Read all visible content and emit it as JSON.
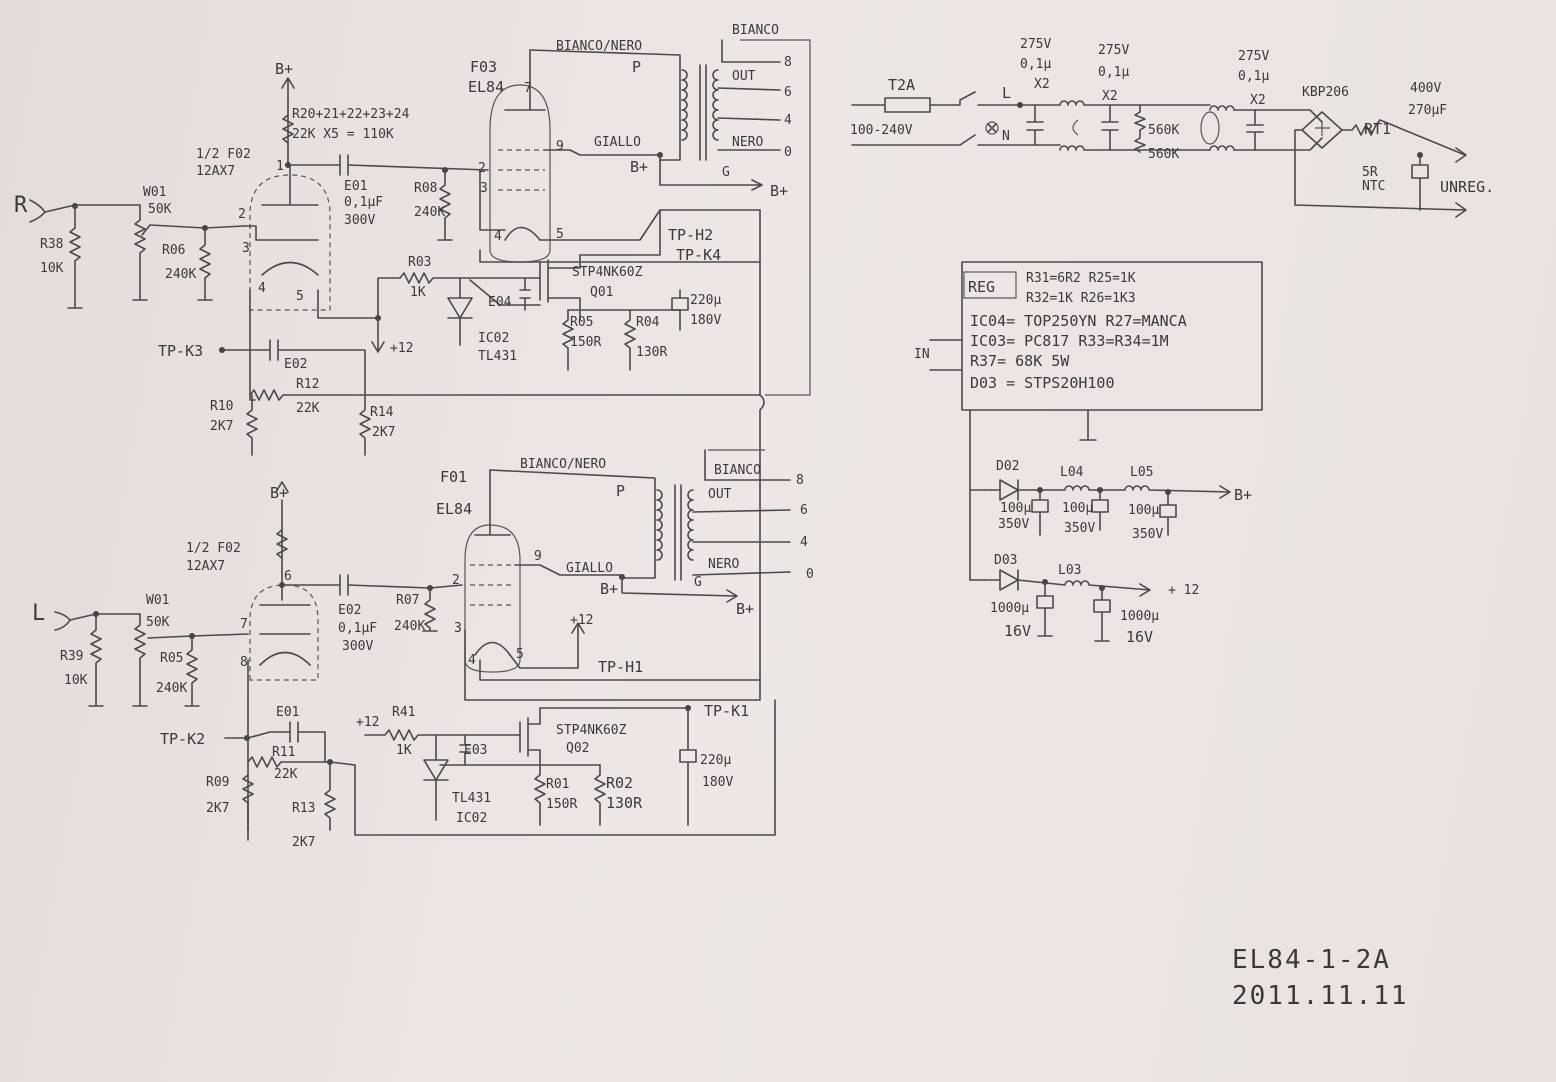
{
  "title": {
    "name": "EL84-1-2A",
    "date": "2011.11.11"
  },
  "inputs": {
    "right": "R",
    "left": "L",
    "supply": "IN"
  },
  "rails": {
    "bplus": "B+",
    "plus12": "+12",
    "plus12_b": "+ 12",
    "unreg": "UNREG."
  },
  "right_channel": {
    "resistor_chain": "R20+21+22+23+24",
    "resistor_total": "22K X5 = 110K",
    "tube_half": "1/2 F02",
    "tube_type": "12AX7",
    "pot": "W01",
    "pot_value": "50K",
    "r38": "R38",
    "r38_val": "10K",
    "r06": "R06",
    "r06_val": "240K",
    "cap_e01": "E01",
    "cap_e01_val": "0,1µF",
    "cap_e01_v": "300V",
    "r08": "R08",
    "r08_val": "240K",
    "power_tube": "F03",
    "power_tube_type": "EL84",
    "r03": "R03",
    "r03_val": "1K",
    "e04": "E04",
    "ic": "IC02",
    "ic_type": "TL431",
    "mosfet": "STP4NK60Z",
    "mosfet_ref": "Q01",
    "r05": "R05",
    "r05_val": "150R",
    "r04": "R04",
    "r04_val": "130R",
    "cap_big": "220µ",
    "cap_big_v": "180V",
    "tp_h": "TP-H2",
    "tp_k": "TP-K4",
    "tp_k3": "TP-K3",
    "e02": "E02",
    "r10": "R10",
    "r10_val": "2K7",
    "r12": "R12",
    "r12_val": "22K",
    "r14": "R14",
    "r14_val": "2K7",
    "xfmr_bn": "BIANCO/NERO",
    "xfmr_bianco": "BIANCO",
    "xfmr_p": "P",
    "xfmr_out": "OUT",
    "xfmr_giallo": "GIALLO",
    "xfmr_nero": "NERO",
    "xfmr_g": "G",
    "tap8": "8",
    "tap6": "6",
    "tap4": "4",
    "tap0": "0",
    "pins": [
      "2",
      "3",
      "1",
      "4",
      "5",
      "7",
      "9",
      "2",
      "3",
      "4",
      "5"
    ]
  },
  "left_channel": {
    "tube_half": "1/2 F02",
    "tube_type": "12AX7",
    "pot": "W01",
    "pot_value": "50K",
    "r39": "R39",
    "r39_val": "10K",
    "r05": "R05",
    "r05_val": "240K",
    "cap_e02": "E02",
    "cap_e02_val": "0,1µF",
    "cap_e02_v": "300V",
    "r07": "R07",
    "r07_val": "240K",
    "power_tube": "F01",
    "power_tube_type": "EL84",
    "tp_h": "TP-H1",
    "tp_k1": "TP-K1",
    "tp_k2": "TP-K2",
    "e01": "E01",
    "r11": "R11",
    "r11_val": "22K",
    "r09": "R09",
    "r09_val": "2K7",
    "r13": "R13",
    "r13_val": "2K7",
    "r41": "R41",
    "r41_val": "1K",
    "e03": "E03",
    "ic": "IC02",
    "ic_type": "TL431",
    "mosfet": "STP4NK60Z",
    "mosfet_ref": "Q02",
    "r01": "R01",
    "r01_val": "150R",
    "r02": "R02",
    "r02_val": "130R",
    "cap_big": "220µ",
    "cap_big_v": "180V",
    "xfmr_bn": "BIANCO/NERO",
    "xfmr_bianco": "BIANCO",
    "xfmr_p": "P",
    "xfmr_out": "OUT",
    "xfmr_giallo": "GIALLO",
    "xfmr_nero": "NERO",
    "xfmr_g": "G",
    "tap8": "8",
    "tap6": "6",
    "tap4": "4",
    "tap0": "0",
    "pins": [
      "6",
      "7",
      "8",
      "2",
      "9",
      "3",
      "4",
      "5"
    ]
  },
  "psu": {
    "fuse": "T2A",
    "mains": "100-240V",
    "l": "L",
    "n": "N",
    "c1": "275V",
    "c1_val": "0,1µ",
    "c1_x": "X2",
    "c2": "275V",
    "c2_val": "0,1µ",
    "c2_x": "X2",
    "c3": "275V",
    "c3_val": "0,1µ",
    "c3_x": "X2",
    "r560a": "560K",
    "r560b": "560K",
    "bridge": "KBP206",
    "rt": "RT1",
    "rt_val": "5R",
    "rt_type": "NTC",
    "bulk": "400V",
    "bulk_val": "270µF"
  },
  "reg_box": {
    "title": "REG",
    "lines": [
      "R31=6R2  R25=1K",
      "R32=1K  R26=1K3",
      "IC04= TOP250YN  R27=MANCA",
      "IC03= PC817  R33=R34=1M",
      "R37= 68K 5W",
      "D03 = STPS20H100"
    ]
  },
  "secondary": {
    "d02": "D02",
    "l04": "L04",
    "l05": "L05",
    "c100a": "100µ",
    "c100a_v": "350V",
    "c100b": "100µ",
    "c100b_v": "350V",
    "c100c": "100µ",
    "c100c_v": "350V",
    "d03": "D03",
    "l03": "L03",
    "c1000a": "1000µ",
    "c1000a_v": "16V",
    "c1000b": "1000µ",
    "c1000b_v": "16V"
  }
}
